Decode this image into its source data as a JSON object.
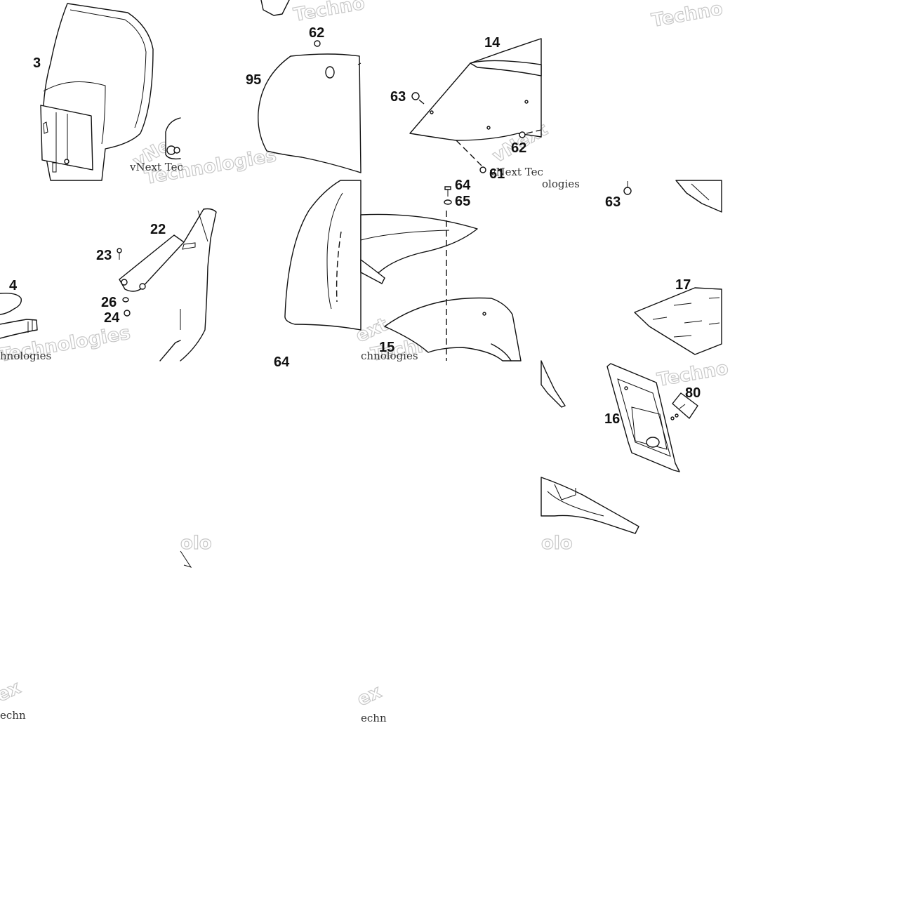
{
  "callouts": {
    "c3": "3",
    "c4": "4",
    "c95": "95",
    "c62a": "62",
    "c14": "14",
    "c63a": "63",
    "c62b": "62",
    "c61": "61",
    "c22": "22",
    "c23": "23",
    "c26": "26",
    "c24": "24",
    "c64a": "64",
    "c65": "65",
    "c15": "15",
    "c64b": "64",
    "c63b": "63",
    "c17": "17",
    "c80": "80",
    "c16": "16"
  },
  "watermarks": {
    "brand_1": "Techno",
    "brand_2": "Techno",
    "brand_3": "Techno",
    "brand_4": "Technologies",
    "brand_5": "Technologies",
    "brand_6": "Technologies",
    "brand_7": "ext",
    "brand_8": "vNext",
    "brand_9": "vNe",
    "brand_10": "ex",
    "brand_11": "ex",
    "brand_12": "olo",
    "brand_13": "olo",
    "text_1": "vNext Tec",
    "text_2": "vNext Tec",
    "text_3": "ologies",
    "text_4": "hnologies",
    "text_5": "chnologies",
    "text_6": "echn",
    "text_7": "echn"
  },
  "colors": {
    "line": "#111111",
    "watermark": "#c8c8c8",
    "background": "#ffffff"
  }
}
